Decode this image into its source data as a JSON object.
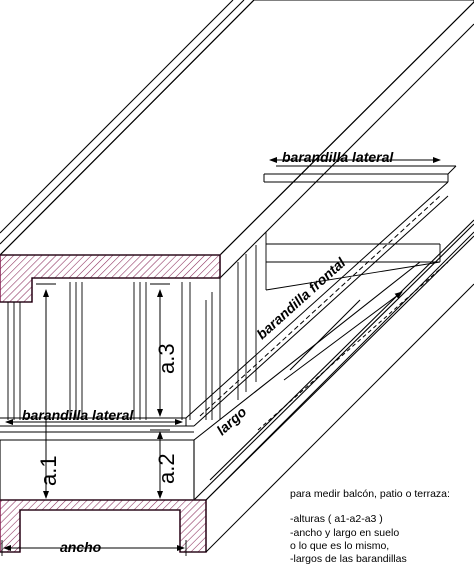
{
  "labels": {
    "barandilla_lateral_top": "barandilla lateral",
    "barandilla_frontal": "barandilla  frontal",
    "barandilla_lateral_bottom": "barandilla lateral",
    "largo": "largo",
    "ancho": "ancho",
    "a1": "a.1",
    "a2": "a.2",
    "a3": "a.3"
  },
  "notes": {
    "title": "para medir  balcón, patio o terraza:",
    "lines": [
      "-alturas   ( a1-a2-a3 )",
      "-ancho y largo en suelo",
      "o lo que es lo mismo,",
      "-largos de las barandillas"
    ]
  },
  "colors": {
    "line": "#000000",
    "hatch": "#8a2a5a",
    "accent": "#8a2a5a",
    "background": "#ffffff"
  }
}
